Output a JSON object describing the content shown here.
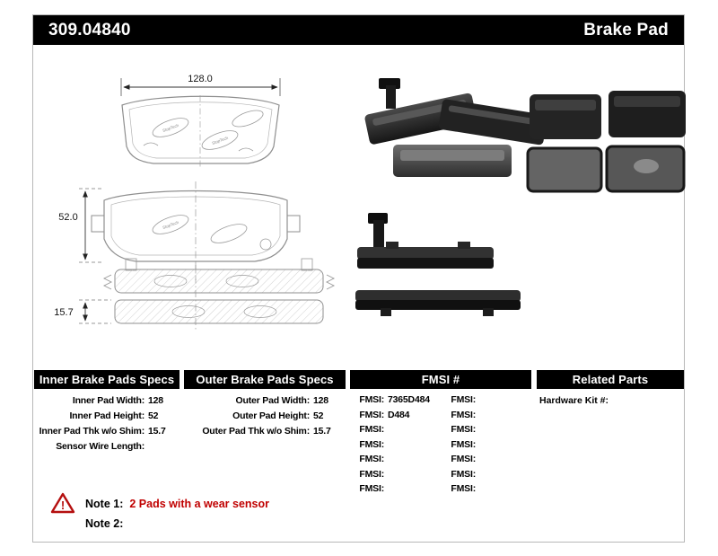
{
  "header": {
    "part_number": "309.04840",
    "product_type": "Brake Pad"
  },
  "drawing": {
    "width_dim": "128.0",
    "height_dim": "52.0",
    "thickness_dim": "15.7",
    "stamp": "StopTech"
  },
  "sections": {
    "inner": {
      "title": "Inner Brake Pads Specs",
      "rows": [
        {
          "label": "Inner Pad Width:",
          "value": "128"
        },
        {
          "label": "Inner Pad Height:",
          "value": "52"
        },
        {
          "label": "Inner Pad Thk w/o Shim:",
          "value": "15.7"
        },
        {
          "label": "Sensor Wire Length:",
          "value": ""
        }
      ]
    },
    "outer": {
      "title": "Outer Brake Pads Specs",
      "rows": [
        {
          "label": "Outer Pad Width:",
          "value": "128"
        },
        {
          "label": "Outer Pad Height:",
          "value": "52"
        },
        {
          "label": "Outer Pad Thk w/o Shim:",
          "value": "15.7"
        }
      ]
    },
    "fmsi": {
      "title": "FMSI #",
      "col1": [
        {
          "label": "FMSI:",
          "value": "7365D484"
        },
        {
          "label": "FMSI:",
          "value": "D484"
        },
        {
          "label": "FMSI:",
          "value": ""
        },
        {
          "label": "FMSI:",
          "value": ""
        },
        {
          "label": "FMSI:",
          "value": ""
        },
        {
          "label": "FMSI:",
          "value": ""
        },
        {
          "label": "FMSI:",
          "value": ""
        }
      ],
      "col2": [
        {
          "label": "FMSI:",
          "value": ""
        },
        {
          "label": "FMSI:",
          "value": ""
        },
        {
          "label": "FMSI:",
          "value": ""
        },
        {
          "label": "FMSI:",
          "value": ""
        },
        {
          "label": "FMSI:",
          "value": ""
        },
        {
          "label": "FMSI:",
          "value": ""
        },
        {
          "label": "FMSI:",
          "value": ""
        }
      ]
    },
    "related": {
      "title": "Related Parts",
      "rows": [
        {
          "label": "Hardware Kit #:",
          "value": ""
        }
      ]
    }
  },
  "notes": {
    "warning_icon_glyph": "!",
    "note1_label": "Note 1:",
    "note1_text": "2 Pads with a wear sensor",
    "note2_label": "Note 2:",
    "note2_text": ""
  },
  "colors": {
    "header_bg": "#000000",
    "note_red": "#c00000",
    "warning_red": "#b50f0f"
  }
}
